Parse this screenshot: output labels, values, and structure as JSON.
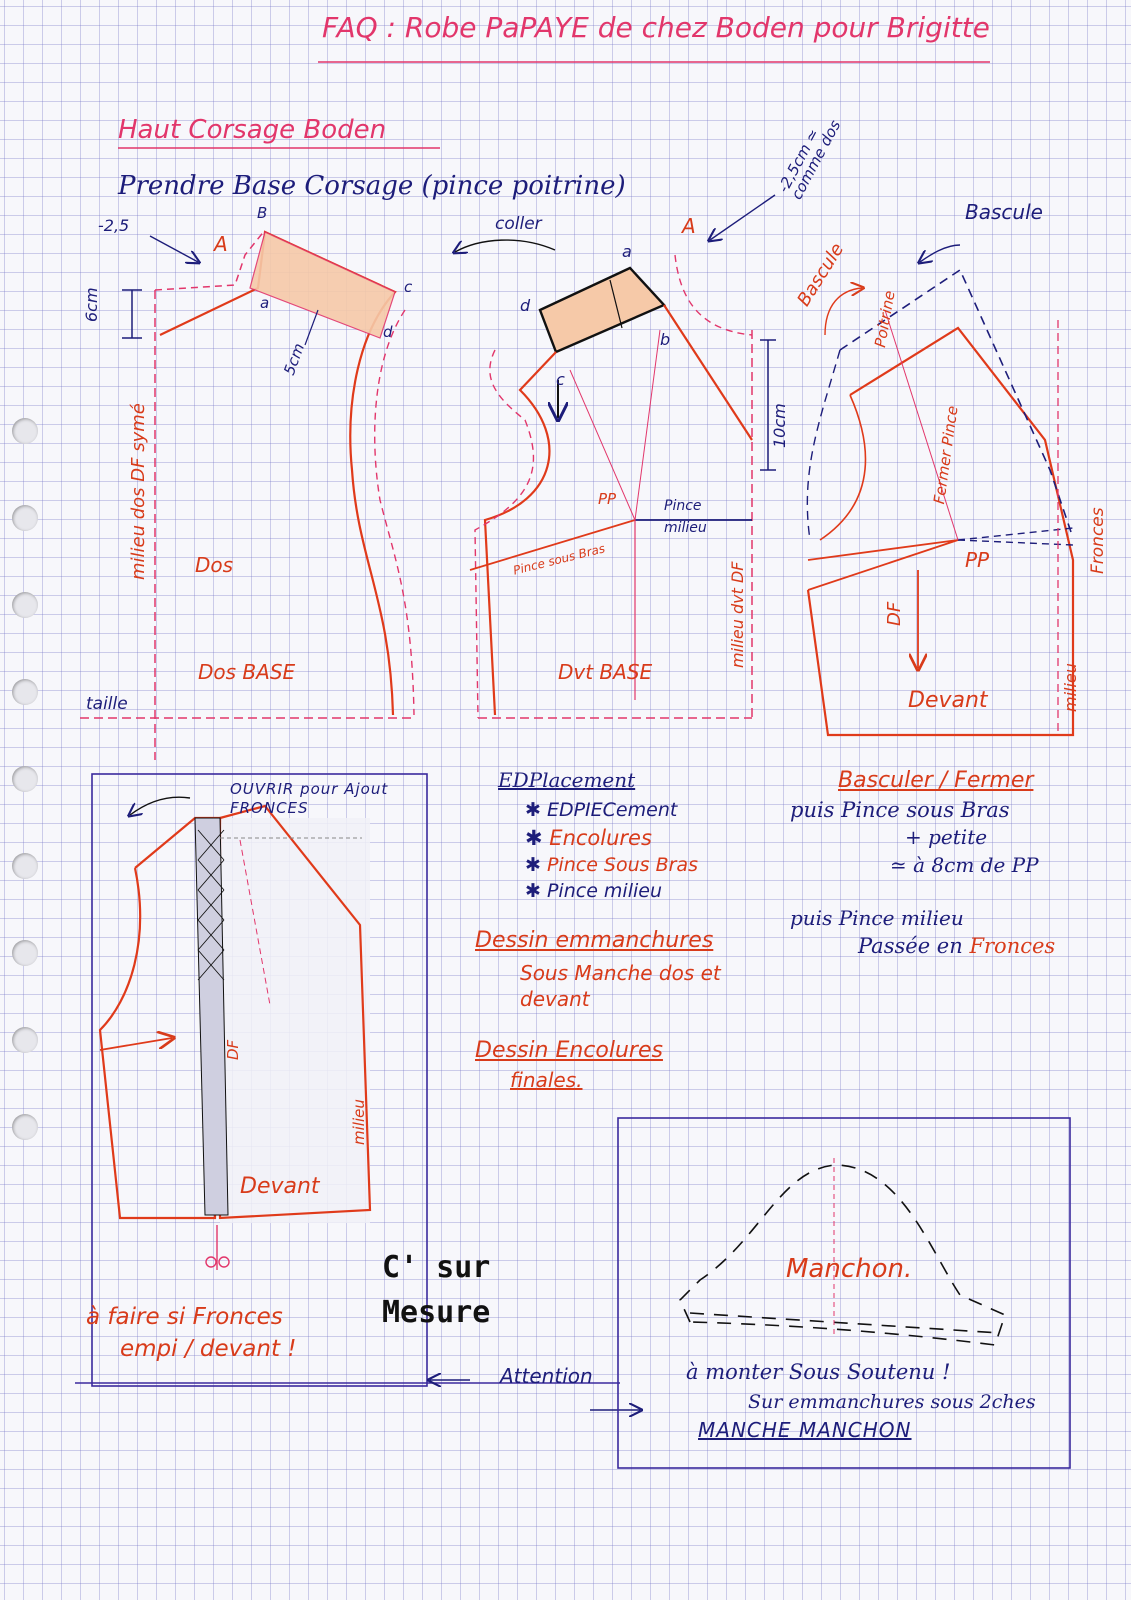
{
  "header": {
    "title": "FAQ : Robe PaPAYE de chez Boden pour Brigitte"
  },
  "section": {
    "title": "Haut Corsage Boden",
    "instruction": "Prendre Base Corsage (pince poitrine)"
  },
  "back_pattern": {
    "measure_left": "-2,5",
    "point_A": "A",
    "point_B": "B",
    "point_a": "a",
    "point_c": "c",
    "point_d": "d",
    "measure_6cm": "6cm",
    "measure_5cm": "5cm",
    "center_label": "milieu dos DF symé",
    "label": "Dos",
    "base_label": "Dos BASE",
    "waist_label": "taille"
  },
  "front_pattern": {
    "coller": "coller",
    "measure_top": "-2,5cm ≃ comme dos",
    "point_A": "A",
    "point_a": "a",
    "point_b": "b",
    "point_c": "c",
    "point_d": "d",
    "measure_10cm": "10cm",
    "pp": "PP",
    "pince_milieu": "Pince milieu",
    "pince_sous_bras": "Pince sous Bras",
    "center_label": "milieu dvt DF",
    "base_label": "Dvt BASE"
  },
  "pivot_pattern": {
    "bascule_1": "Bascule",
    "bascule_2": "Bascule",
    "poitrine": "Poitrine",
    "fermer_pince": "Fermer Pince",
    "pp": "PP",
    "df": "DF",
    "fronces": "Fronces",
    "center_label": "milieu",
    "label": "Devant"
  },
  "open_pattern": {
    "note": "OUVRIR pour Ajout FRONCES",
    "df": "DF",
    "center_label": "milieu",
    "label": "Devant"
  },
  "notes": {
    "emplacement_title": "EDPlacement",
    "emplacement_items": [
      "EDPIECement",
      "Encolures",
      "Pince Sous Bras",
      "Pince milieu"
    ],
    "dessin_emmanchures_title": "Dessin emmanchures",
    "dessin_emmanchures_body": "Sous Manche dos et devant",
    "dessin_encolures_title": "Dessin Encolures",
    "dessin_encolures_body": "finales.",
    "basculer_title": "Basculer / Fermer",
    "basculer_line1": "puis Pince sous Bras",
    "basculer_line2": "+ petite",
    "basculer_line3": "≃ à 8cm de PP",
    "puis_pince_milieu": "puis Pince milieu",
    "passee_en": "Passée en",
    "fronces_word": "Fronces"
  },
  "footer": {
    "a_faire_line1": "à faire si Fronces",
    "a_faire_line2": "empi / devant !",
    "stamp_line1": "C' sur",
    "stamp_line2": "Mesure",
    "attention": "Attention",
    "manchon": "Manchon.",
    "monter_line1": "à monter Sous Soutenu !",
    "monter_line2": "Sur emmanchures sous 2ches",
    "manche_manchon": "MANCHE MANCHON"
  },
  "colors": {
    "ink_blue": "#1d1d7a",
    "ink_red": "#d83b1a",
    "ink_pink": "#e2366b",
    "fill_salmon": "#f6c9a8",
    "grid": "#8a8ad0"
  }
}
